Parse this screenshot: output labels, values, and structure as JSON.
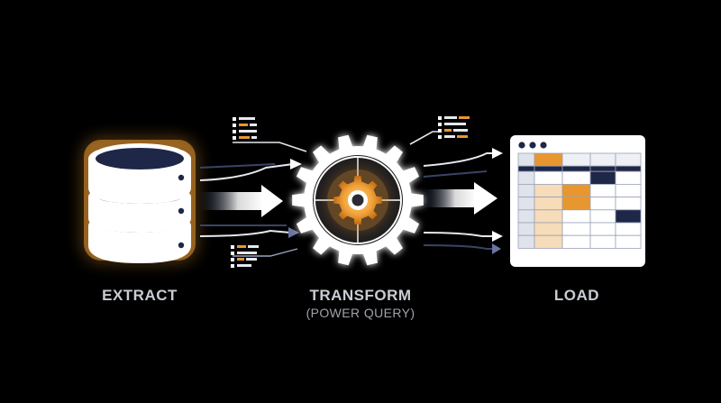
{
  "stages": {
    "extract": {
      "label": "EXTRACT",
      "icon": "database-icon"
    },
    "transform": {
      "label": "TRANSFORM",
      "sublabel": "(POWER QUERY)",
      "icon": "gear-icon"
    },
    "load": {
      "label": "LOAD",
      "icon": "spreadsheet-icon"
    }
  },
  "colors": {
    "background": "#000000",
    "navy": "#1e2747",
    "orange": "#e8972f",
    "white": "#ffffff",
    "label": "#c9ccd2",
    "line": "#e6e8ee"
  }
}
